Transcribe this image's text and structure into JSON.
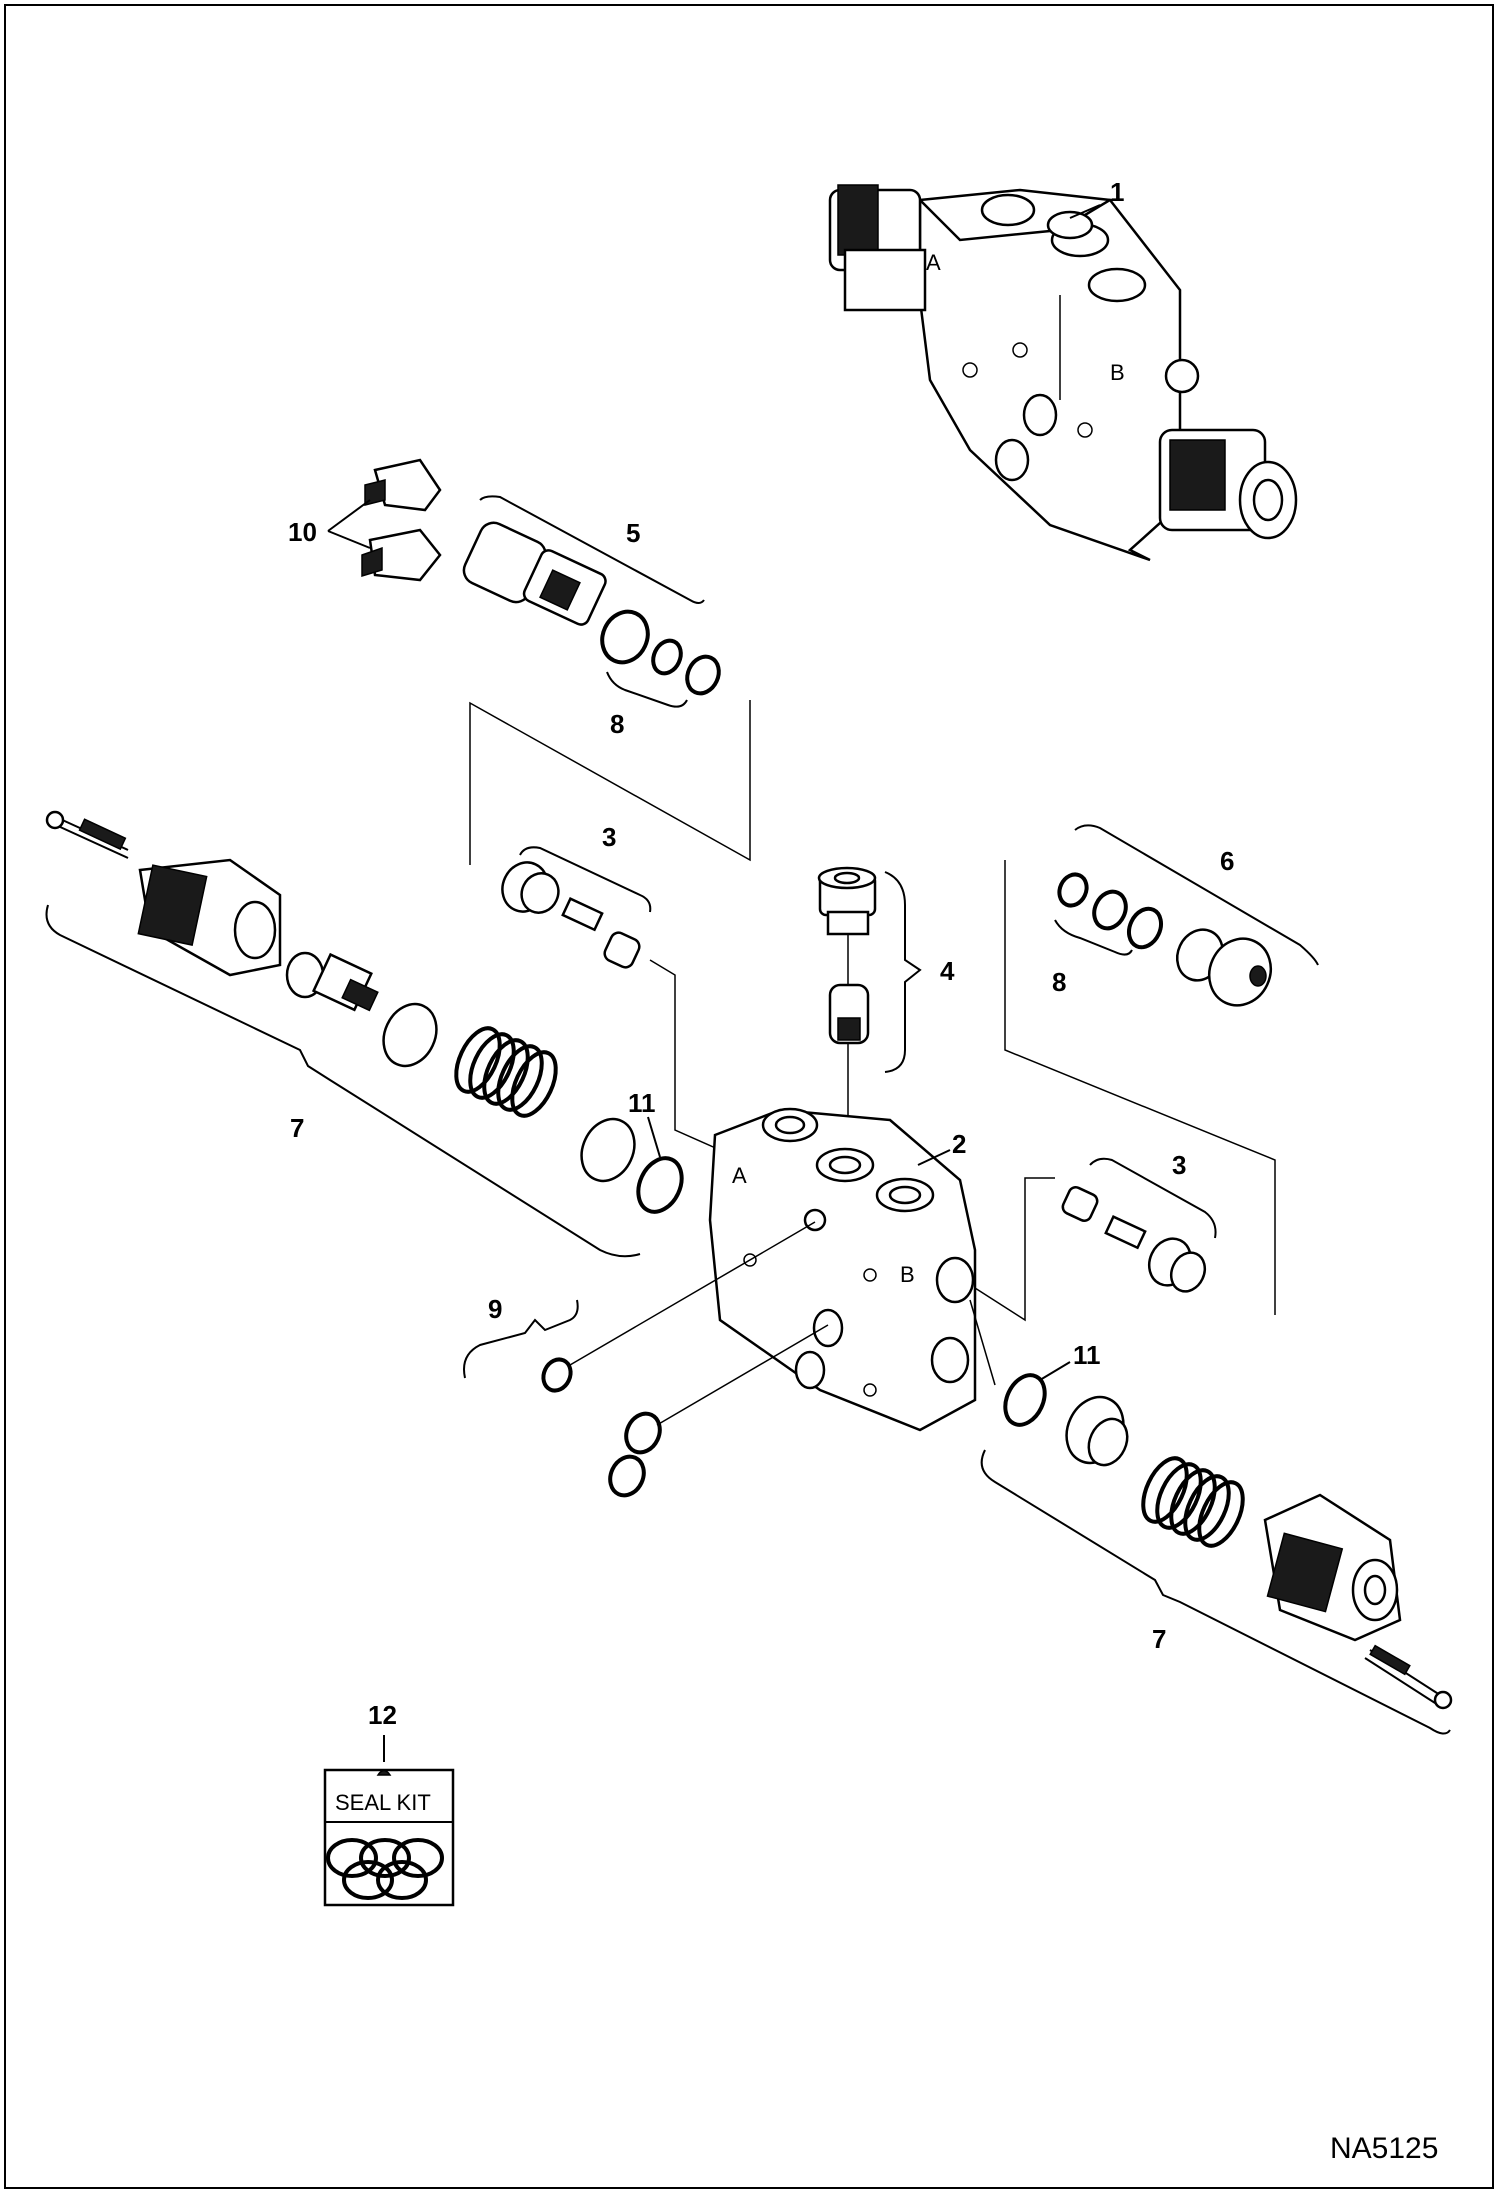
{
  "callouts": {
    "c1": "1",
    "c2": "2",
    "c3a": "3",
    "c3b": "3",
    "c4": "4",
    "c5": "5",
    "c6": "6",
    "c7a": "7",
    "c7b": "7",
    "c8a": "8",
    "c8b": "8",
    "c9": "9",
    "c10": "10",
    "c11a": "11",
    "c11b": "11",
    "c12": "12"
  },
  "seal_kit": {
    "label": "SEAL KIT"
  },
  "drawing_id": "NA5125",
  "port_marks": {
    "a_top": "A",
    "b_top": "B",
    "a_mid": "A",
    "b_mid": "B"
  }
}
